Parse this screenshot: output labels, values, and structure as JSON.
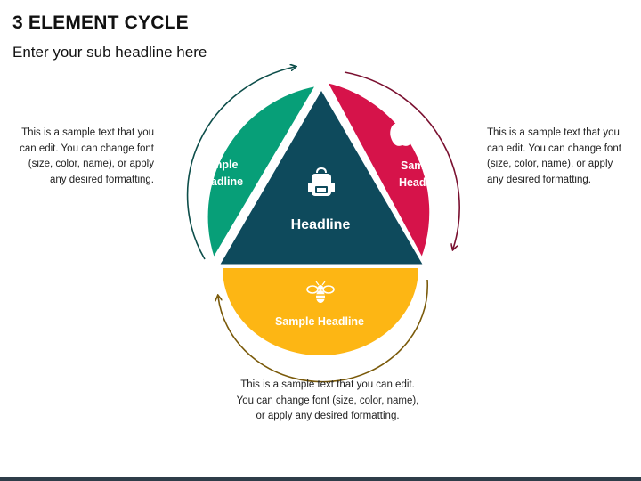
{
  "header": {
    "title": "3 ELEMENT CYCLE",
    "subtitle": "Enter your sub headline here"
  },
  "center": {
    "headline": "Headline",
    "icon": "backpack-icon",
    "color": "#0e4a5c"
  },
  "segments": [
    {
      "headline_line1": "Sample",
      "headline_line2": "Headline",
      "icon": "acorn-icon",
      "color": "#079f78",
      "text": "This is a sample text that you can edit. You can change font (size, color, name), or apply any desired formatting."
    },
    {
      "headline_line1": "Sample",
      "headline_line2": "Headline",
      "icon": "apple-icon",
      "color": "#d6134a",
      "text": "This is a sample text that you can edit. You can change font (size, color, name), or apply any desired formatting."
    },
    {
      "headline": "Sample Headline",
      "icon": "bee-icon",
      "color": "#fdb614",
      "text": "This is a sample text that you can edit. You can change font (size, color, name), or apply any desired formatting."
    }
  ],
  "arrow_colors": {
    "left": "#0d4e4a",
    "right": "#7a1030",
    "bottom": "#7a5a0a"
  },
  "footer_color": "#2e3d49"
}
